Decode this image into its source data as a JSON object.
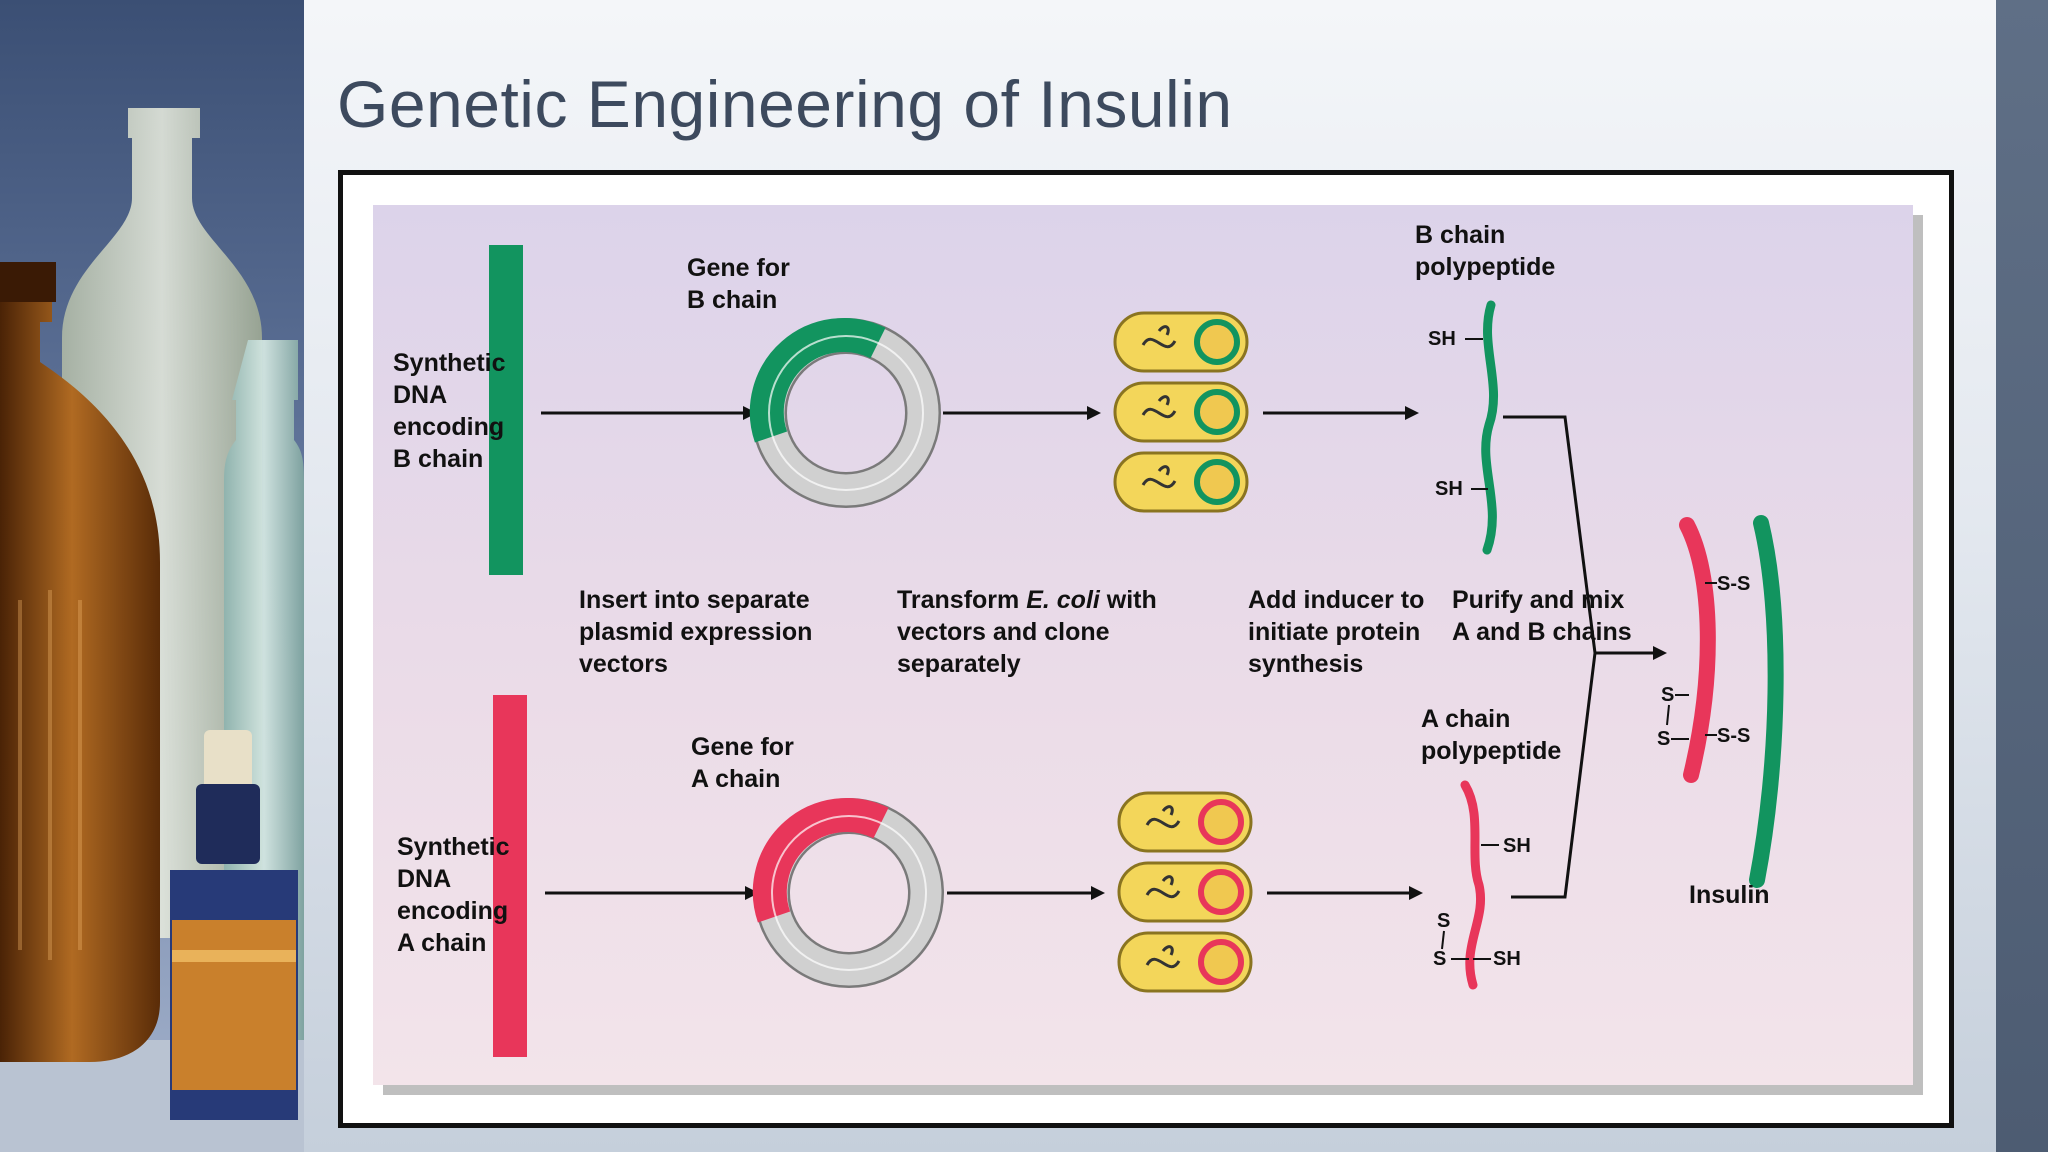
{
  "slide": {
    "title": "Genetic Engineering of Insulin"
  },
  "diagram": {
    "labels": {
      "synthetic_b": [
        "Synthetic",
        "DNA",
        "encoding",
        "B chain"
      ],
      "synthetic_a": [
        "Synthetic",
        "DNA",
        "encoding",
        "A chain"
      ],
      "gene_b": [
        "Gene for",
        "B chain"
      ],
      "gene_a": [
        "Gene for",
        "A chain"
      ],
      "b_polypeptide": [
        "B chain",
        "polypeptide"
      ],
      "a_polypeptide": [
        "A chain",
        "polypeptide"
      ],
      "step_insert": [
        "Insert into separate",
        "plasmid expression",
        "vectors"
      ],
      "step_transform_pre": "Transform ",
      "step_transform_ecoli": "E. coli",
      "step_transform_post": " with",
      "step_transform_rest": [
        "vectors and clone",
        "separately"
      ],
      "step_inducer": [
        "Add inducer to",
        "initiate protein",
        "synthesis"
      ],
      "step_purify": [
        "Purify and mix",
        "A and B chains"
      ],
      "sh": "SH",
      "s": "S",
      "ss": "S-S",
      "insulin": "Insulin"
    },
    "colors": {
      "b_chain": "#12945f",
      "a_chain": "#e8365a",
      "plasmid_gray": "#d0d0d0",
      "bacterium": "#f3d65a",
      "background_top": "#dcd3ea",
      "background_bottom": "#f2e1e9"
    }
  }
}
